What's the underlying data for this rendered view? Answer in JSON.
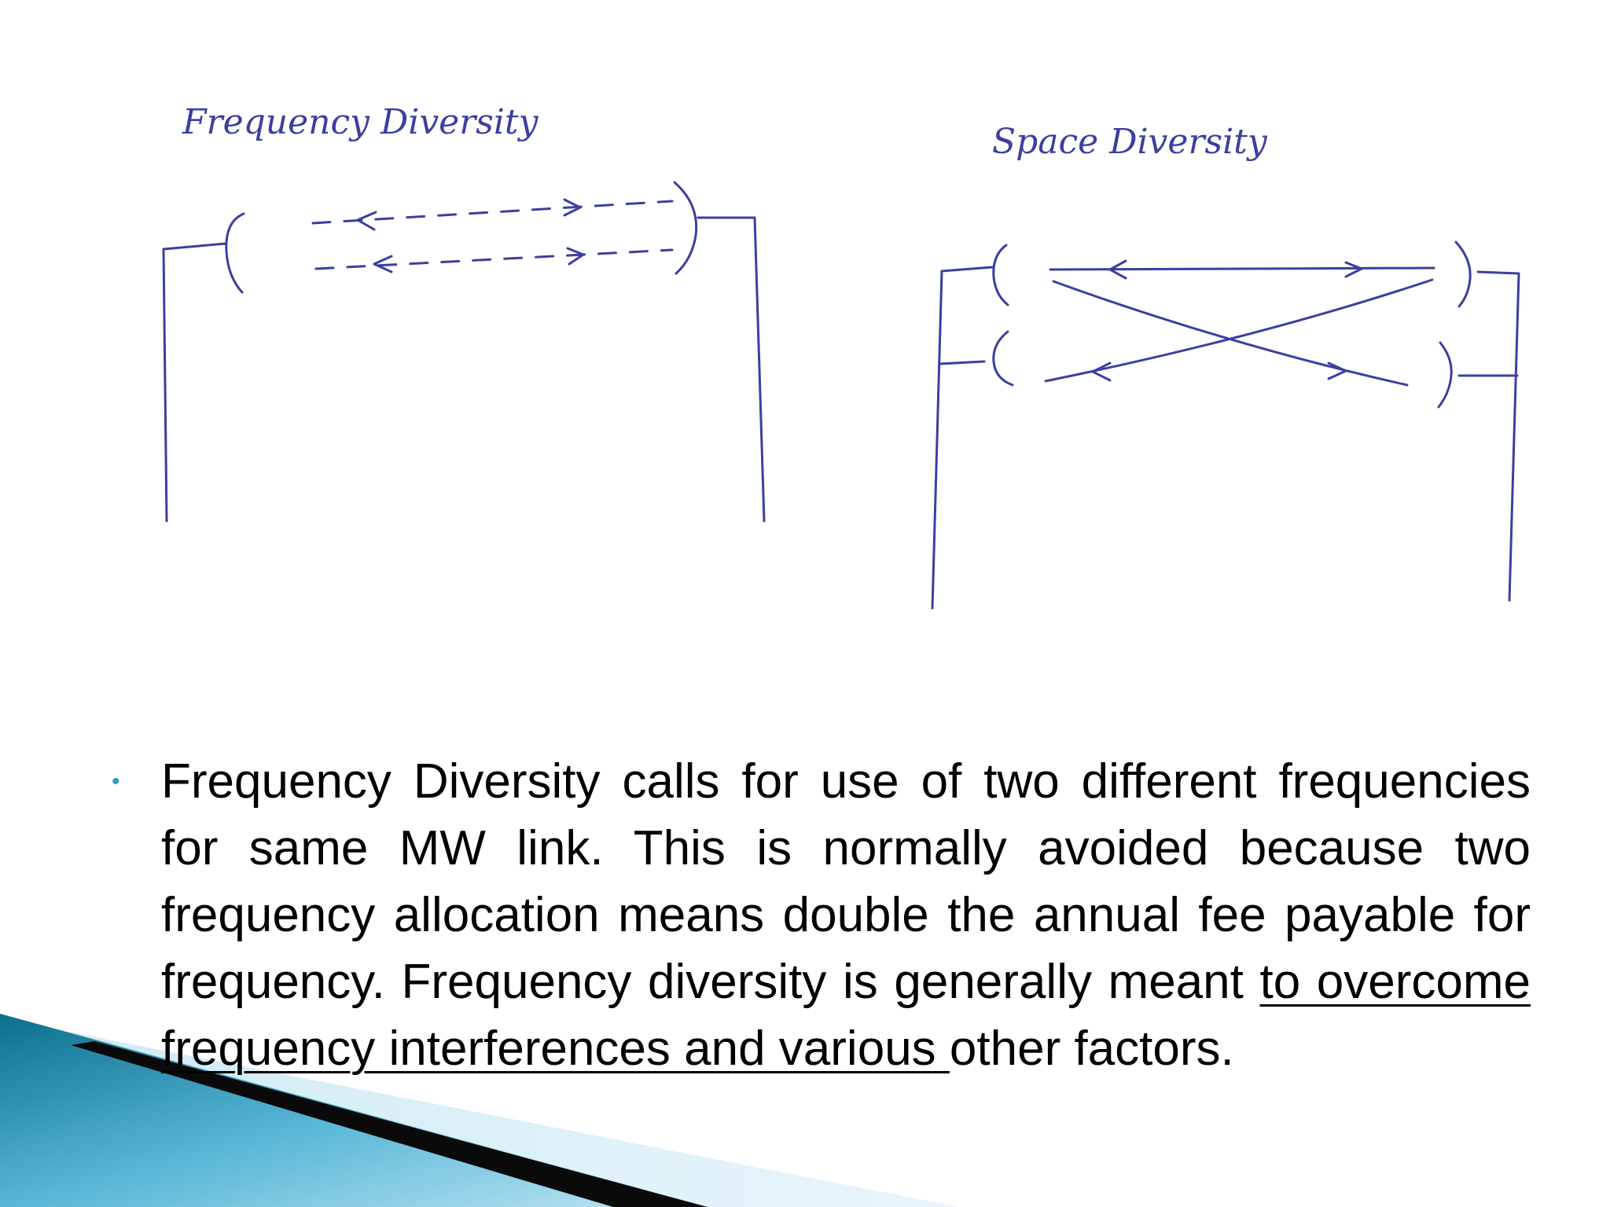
{
  "diagram": {
    "left_title": "Frequency Diversity",
    "right_title": "Space Diversity"
  },
  "bullet": {
    "text_before": "Frequency Diversity calls for use of two different frequencies for same MW link.  This is normally avoided because two frequency allocation means double the annual fee payable for frequency. Frequency diversity is generally meant ",
    "text_underlined": "to overcome frequency interferences and various ",
    "text_after": "other factors."
  },
  "colors": {
    "ink": "#3b3fa0",
    "bullet": "#2a9fb8",
    "accent_dark": "#0b6f8c",
    "accent_light": "#8fd3ea"
  }
}
